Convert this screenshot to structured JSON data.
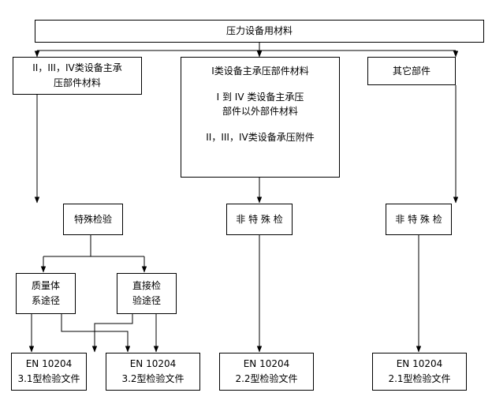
{
  "diagram": {
    "title_box": {
      "lines": [
        "压力设备用材料"
      ]
    },
    "level2": [
      {
        "lines": [
          "II，III，IV类设备主承",
          "压部件材料"
        ]
      },
      {
        "lines": [
          "I类设备主承压部件材料",
          "",
          "I 到 IV 类设备主承压",
          "部件以外部件材料",
          "",
          "II，III，IV类设备承压附件"
        ]
      },
      {
        "lines": [
          "其它部件"
        ]
      }
    ],
    "level3": [
      {
        "lines": [
          "特殊检验"
        ]
      },
      {
        "lines": [
          "非 特 殊 检"
        ]
      },
      {
        "lines": [
          "非 特 殊 检"
        ]
      }
    ],
    "level4": [
      {
        "lines": [
          "质量体",
          "系途径"
        ]
      },
      {
        "lines": [
          "直接检",
          "验途径"
        ]
      }
    ],
    "level5": [
      {
        "lines": [
          "EN 10204",
          "3.1型检验文件"
        ]
      },
      {
        "lines": [
          "EN 10204",
          "3.2型检验文件"
        ]
      },
      {
        "lines": [
          "EN 10204",
          "2.2型检验文件"
        ]
      },
      {
        "lines": [
          "EN 10204",
          "2.1型检验文件"
        ]
      }
    ],
    "colors": {
      "stroke": "#000000",
      "fill": "#ffffff",
      "text": "#000000"
    }
  }
}
